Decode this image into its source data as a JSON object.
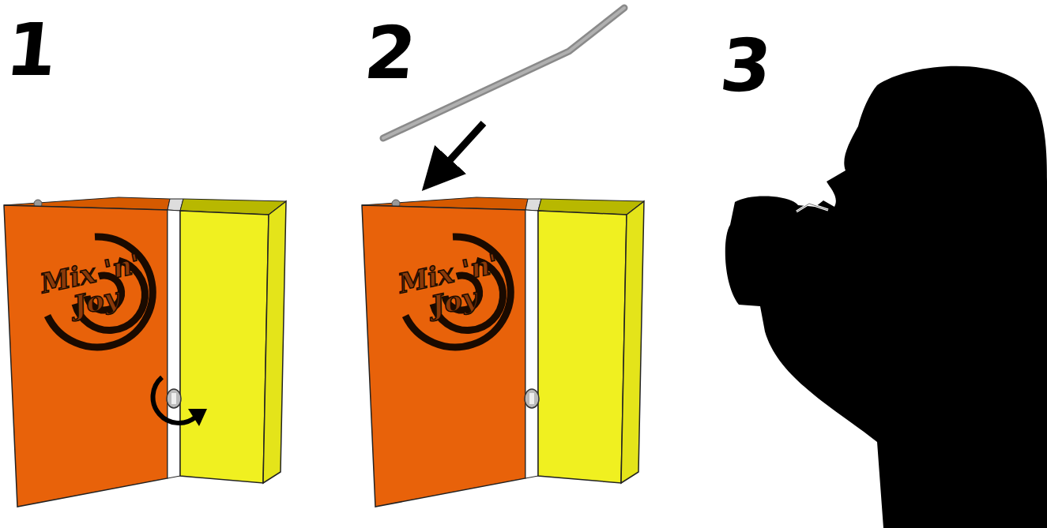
{
  "diagram": {
    "nodes": [
      {
        "text": [
          "Mix 'n' Joy"
        ]
      },
      {
        "text": [
          "Mix 'n' Joy"
        ]
      }
    ],
    "labels": [
      "1",
      "2",
      "3"
    ]
  }
}
